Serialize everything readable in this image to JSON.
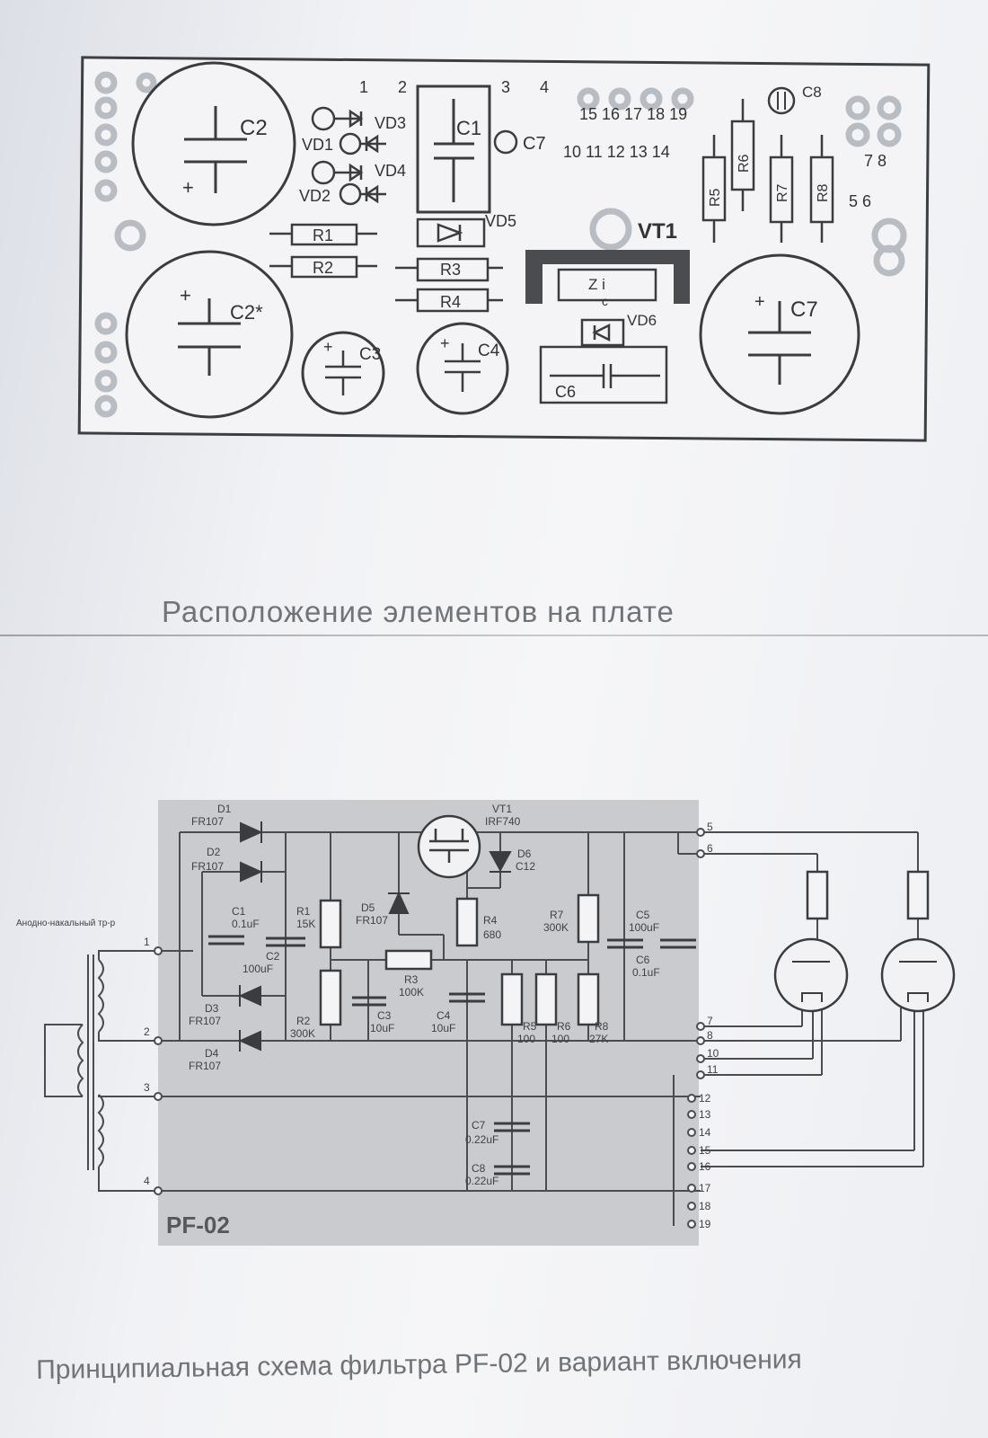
{
  "board": {
    "caption": "Расположение элементов на плате",
    "components": {
      "c2": "C2",
      "c2star": "C2*",
      "c1": "C1",
      "c3": "C3",
      "c4": "C4",
      "c6": "C6",
      "c7": "C7",
      "c8": "C8",
      "vd1": "VD1",
      "vd2": "VD2",
      "vd3": "VD3",
      "vd4": "VD4",
      "vd5": "VD5",
      "vd6": "VD6",
      "r1": "R1",
      "r2": "R2",
      "r3": "R3",
      "r4": "R4",
      "r5": "R5",
      "r6": "R6",
      "r7": "R7",
      "r8": "R8",
      "vt1": "VT1",
      "vt1_pins": "Z  i",
      "vt1_pin_c": "c"
    },
    "pins": {
      "p1": "1",
      "p2": "2",
      "p3": "3",
      "p4": "4",
      "row_top": "15  16  17  18  19",
      "row_bottom": "10  11  12  13  14",
      "p78": "7  8",
      "p56": "5  6"
    }
  },
  "schematic": {
    "caption": "Принципиальная схема фильтра PF-02  и вариант включения",
    "badge": "PF-02",
    "transformer_label": "Анодно-накальный тр-р",
    "parts": {
      "d1": "D1",
      "d1_type": "FR107",
      "d2": "D2",
      "d2_type": "FR107",
      "d3": "D3",
      "d3_type": "FR107",
      "d4": "D4",
      "d4_type": "FR107",
      "d5": "D5",
      "d5_type": "FR107",
      "d6": "D6",
      "d6_type": "C12",
      "vt1": "VT1",
      "vt1_type": "IRF740",
      "c1": "C1",
      "c1_val": "0.1uF",
      "c2": "C2",
      "c2_val": "100uF",
      "c3": "C3",
      "c3_val": "10uF",
      "c4": "C4",
      "c4_val": "10uF",
      "c5": "C5",
      "c5_val": "100uF",
      "c6": "C6",
      "c6_val": "0.1uF",
      "c7": "C7",
      "c7_val": "0.22uF",
      "c8": "C8",
      "c8_val": "0.22uF",
      "r1": "R1",
      "r1_val": "15K",
      "r2": "R2",
      "r2_val": "300K",
      "r3": "R3",
      "r3_val": "100K",
      "r4": "R4",
      "r4_val": "680",
      "r5": "R5",
      "r5_val": "100",
      "r6": "R6",
      "r6_val": "100",
      "r7": "R7",
      "r7_val": "300K",
      "r8": "R8",
      "r8_val": "27K"
    },
    "terminals_left": [
      "1",
      "2",
      "3",
      "4"
    ],
    "terminals_right": [
      "5",
      "6",
      "7",
      "8",
      "10",
      "11",
      "12",
      "13",
      "14",
      "15",
      "16",
      "17",
      "18",
      "19"
    ]
  }
}
